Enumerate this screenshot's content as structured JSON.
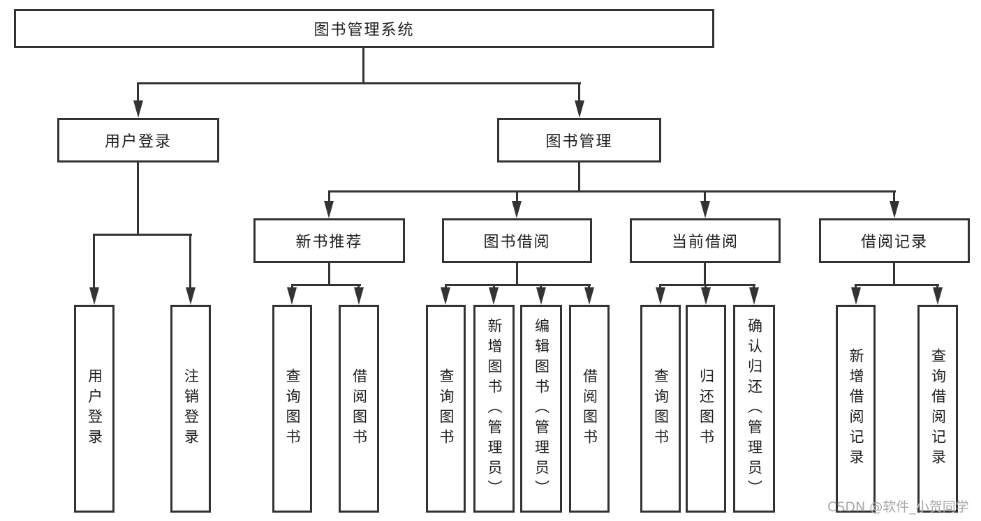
{
  "title": "图书管理系统",
  "tree": {
    "root": {
      "label": "图书管理系统"
    },
    "level2": [
      {
        "label": "用户登录"
      },
      {
        "label": "图书管理"
      }
    ],
    "level3": [
      {
        "label": "新书推荐",
        "parent": "图书管理"
      },
      {
        "label": "图书借阅",
        "parent": "图书管理"
      },
      {
        "label": "当前借阅",
        "parent": "图书管理"
      },
      {
        "label": "借阅记录",
        "parent": "图书管理"
      }
    ],
    "leaves": [
      {
        "label": "用户登录",
        "parent": "用户登录"
      },
      {
        "label": "注销登录",
        "parent": "用户登录"
      },
      {
        "label": "查询图书",
        "parent": "新书推荐"
      },
      {
        "label": "借阅图书",
        "parent": "新书推荐"
      },
      {
        "label": "查询图书",
        "parent": "图书借阅"
      },
      {
        "label": "新增图书（管理员）",
        "parent": "图书借阅"
      },
      {
        "label": "编辑图书（管理员）",
        "parent": "图书借阅"
      },
      {
        "label": "借阅图书",
        "parent": "图书借阅"
      },
      {
        "label": "查询图书",
        "parent": "当前借阅"
      },
      {
        "label": "归还图书",
        "parent": "当前借阅"
      },
      {
        "label": "确认归还（管理员）",
        "parent": "当前借阅"
      },
      {
        "label": "新增借阅记录",
        "parent": "借阅记录"
      },
      {
        "label": "查询借阅记录",
        "parent": "借阅记录"
      }
    ]
  },
  "watermark": {
    "text": "CSDN @软件_小贺同学"
  },
  "colors": {
    "line": "#333333",
    "text": "#1f1f1f",
    "watermark": "#a9a9a9",
    "background": "#ffffff"
  }
}
